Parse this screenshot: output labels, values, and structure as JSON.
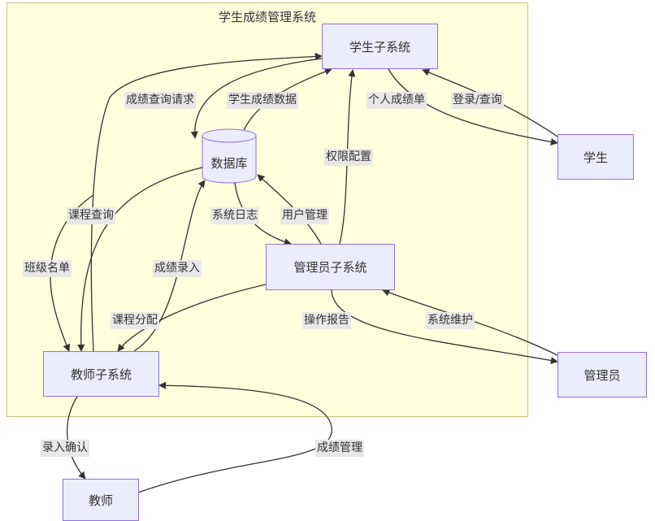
{
  "subgraph": {
    "title": "学生成绩管理系统"
  },
  "nodes": {
    "student_subsystem": "学生子系统",
    "database": "数据库",
    "admin_subsystem": "管理员子系统",
    "teacher_subsystem": "教师子系统",
    "student": "学生",
    "admin": "管理员",
    "teacher": "教师"
  },
  "edges": {
    "grade_query_request": "成绩查询请求",
    "student_grade_data": "学生成绩数据",
    "personal_report": "个人成绩单",
    "login_query": "登录/查询",
    "permission_config": "权限配置",
    "course_query": "课程查询",
    "system_log": "系统日志",
    "user_management": "用户管理",
    "class_roster": "班级名单",
    "grade_entry": "成绩录入",
    "course_assignment": "课程分配",
    "operation_report": "操作报告",
    "system_maintenance": "系统维护",
    "entry_confirm": "录入确认",
    "grade_management": "成绩管理"
  }
}
